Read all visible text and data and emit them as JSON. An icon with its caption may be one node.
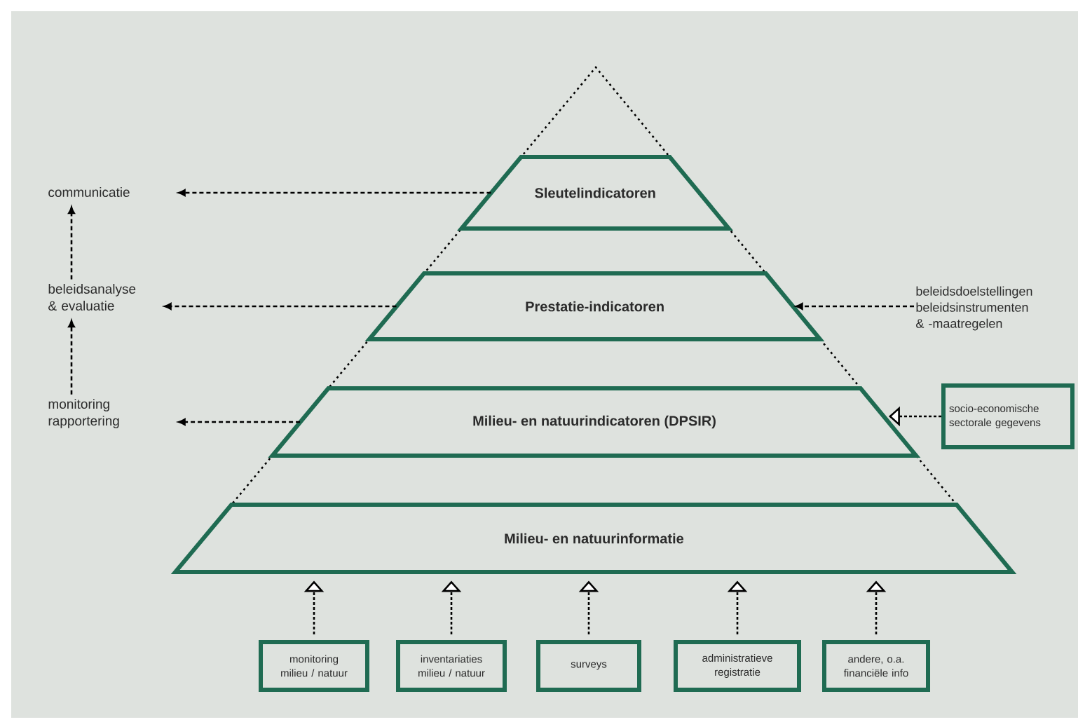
{
  "diagram": {
    "nodes": [
      {
        "text": [
          "communicatie"
        ]
      },
      {
        "text": [
          "beleidsanalyse & evaluatie"
        ]
      },
      {
        "text": [
          "monitoring rapportering"
        ]
      },
      {
        "text": [
          "Sleutelindicatoren"
        ]
      },
      {
        "text": [
          "Prestatie-indicatoren"
        ]
      },
      {
        "text": [
          "Milieu- en natuurindicatoren (DPSIR)"
        ]
      },
      {
        "text": [
          "Milieu- en natuurinformatie"
        ]
      },
      {
        "text": [
          "beleidsdoelstellingen beleidsinstrumenten & -maatregelen"
        ]
      },
      {
        "text": [
          "socio-economische sectorale gegevens"
        ]
      },
      {
        "text": [
          "monitoring milieu / natuur"
        ]
      },
      {
        "text": [
          "inventariaties milieu / natuur"
        ]
      },
      {
        "text": [
          "surveys"
        ]
      },
      {
        "text": [
          "administratieve registratie"
        ]
      },
      {
        "text": [
          "andere, o.a. financiële info"
        ]
      }
    ],
    "edges": [
      {
        "from": 3,
        "to": 0,
        "arrow": "to"
      },
      {
        "from": 4,
        "to": 1,
        "arrow": "to"
      },
      {
        "from": 5,
        "to": 2,
        "arrow": "to"
      },
      {
        "from": 2,
        "to": 1,
        "arrow": "to"
      },
      {
        "from": 1,
        "to": 0,
        "arrow": "to"
      },
      {
        "from": 7,
        "to": 4,
        "arrow": "to"
      },
      {
        "from": 8,
        "to": 5,
        "arrow": "to"
      },
      {
        "from": 9,
        "to": 6,
        "arrow": "to"
      },
      {
        "from": 10,
        "to": 6,
        "arrow": "to"
      },
      {
        "from": 11,
        "to": 6,
        "arrow": "to"
      },
      {
        "from": 12,
        "to": 6,
        "arrow": "to"
      },
      {
        "from": 13,
        "to": 6,
        "arrow": "to"
      }
    ]
  }
}
